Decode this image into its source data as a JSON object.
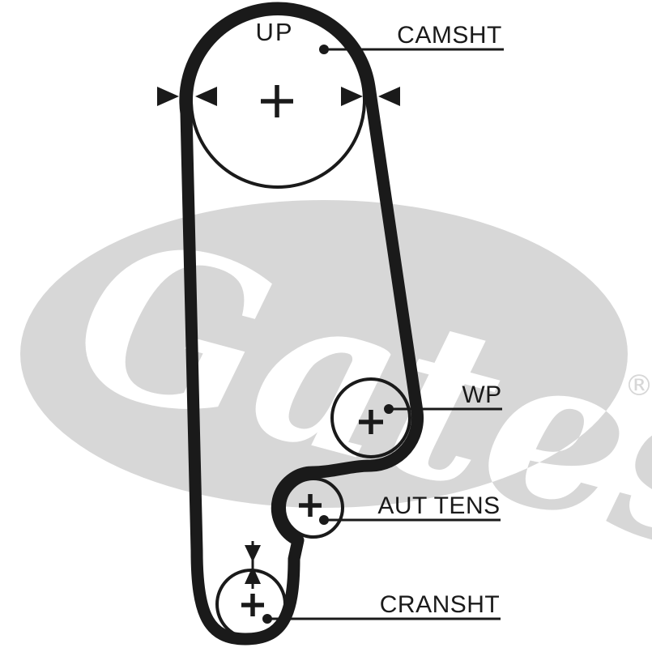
{
  "colors": {
    "ink": "#1a1a1a",
    "background": "#ffffff"
  },
  "watermark": {
    "brand_script": "Gates",
    "registered_mark": "®",
    "ellipse_color": "#d7d7d7",
    "script_color": "#ffffff"
  },
  "diagram": {
    "up_marking": "UP",
    "labels": {
      "camshaft": "CAMSHT",
      "water_pump": "WP",
      "tensioner": "AUT TENS",
      "crankshaft": "CRANSHT"
    }
  }
}
